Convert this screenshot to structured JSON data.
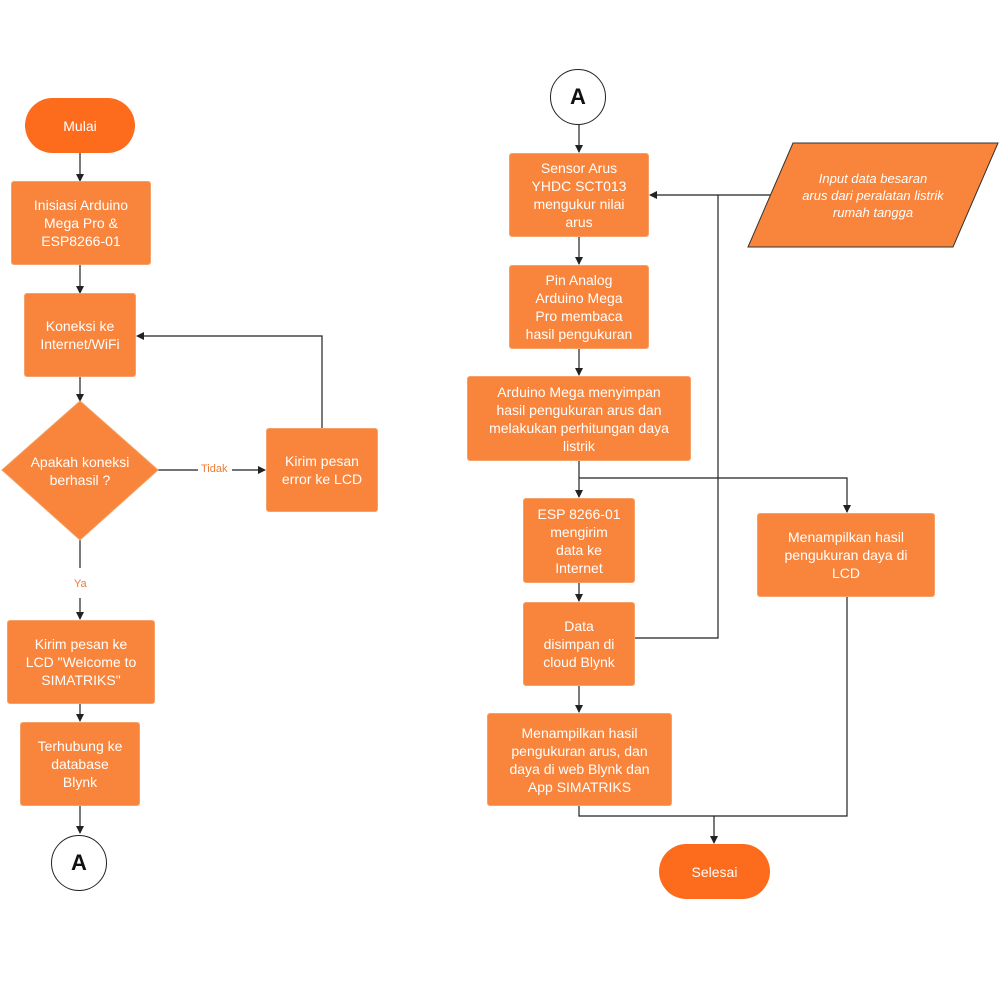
{
  "nodes": {
    "mulai": "Mulai",
    "inisiasi": "Inisiasi Arduino\nMega Pro &\nESP8266-01",
    "koneksi": "Koneksi ke\nInternet/WiFi",
    "apakah": "Apakah koneksi\nberhasil ?",
    "kirim_error": "Kirim pesan\nerror ke LCD",
    "kirim_welcome": "Kirim pesan ke\nLCD \"Welcome to\nSIMATRIKS\"",
    "terhubung": "Terhubung ke\ndatabase\nBlynk",
    "connector_left": "A",
    "connector_right": "A",
    "sensor": "Sensor Arus\nYHDC SCT013\nmengukur nilai\narus",
    "input": "Input data besaran\narus dari peralatan listrik\nrumah tangga",
    "pin_analog": "Pin Analog\nArduino Mega\nPro membaca\nhasil pengukuran",
    "arduino_simpan": "Arduino Mega menyimpan\nhasil pengukuran arus dan\nmelakukan perhitungan daya\nlistrik",
    "esp_kirim": "ESP 8266-01\nmengirim\ndata ke\nInternet",
    "tampil_lcd": "Menampilkan hasil\npengukuran daya di\nLCD",
    "data_cloud": "Data\ndisimpan di\ncloud Blynk",
    "tampil_web": "Menampilkan hasil\npengukuran arus, dan\ndaya di web Blynk dan\nApp SIMATRIKS",
    "selesai": "Selesai"
  },
  "edge_labels": {
    "tidak": "Tidak",
    "ya": "Ya"
  },
  "colors": {
    "process": "#f9843b",
    "terminator": "#fd6b1d",
    "decision": "#f9843b",
    "label": "#f07a32",
    "line": "#222222"
  }
}
